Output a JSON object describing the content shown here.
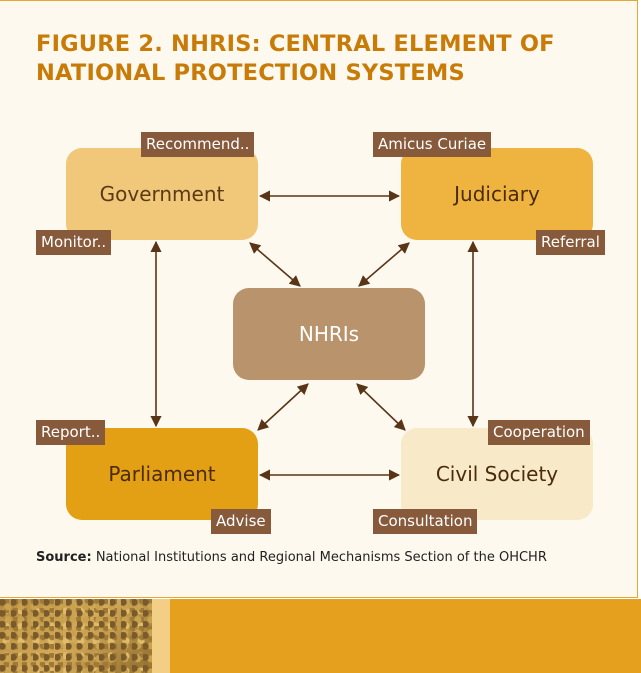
{
  "figure": {
    "title": "FIGURE 2. NHRIS: CENTRAL ELEMENT OF NATIONAL PROTECTION SYSTEMS"
  },
  "nodes": {
    "government": "Government",
    "judiciary": "Judiciary",
    "nhris": "NHRIs",
    "parliament": "Parliament",
    "civil_society": "Civil Society"
  },
  "tags": {
    "recommend": "Recommend..",
    "monitor": "Monitor..",
    "amicus": "Amicus Curiae",
    "referral": "Referral",
    "report": "Report..",
    "advise": "Advise",
    "cooperation": "Cooperation",
    "consultation": "Consultation"
  },
  "source": {
    "label": "Source:",
    "text": "National Institutions and Regional Mechanisms Section of the OHCHR"
  },
  "colors": {
    "title": "#c97b08",
    "government": "#f1c77a",
    "judiciary": "#efb33f",
    "nhris": "#b9936c",
    "parliament": "#e4a014",
    "civil_society": "#f8e9c8",
    "tag": "#865a3b",
    "arrow": "#5a3417",
    "footer": "#e5a11d"
  }
}
